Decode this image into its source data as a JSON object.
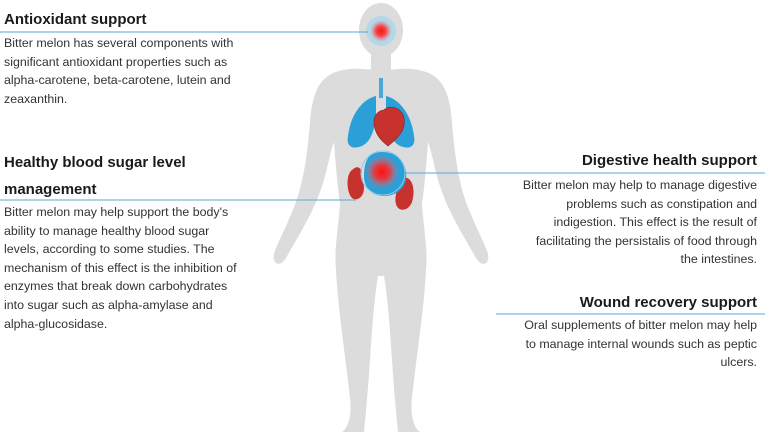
{
  "colors": {
    "silhouette": "#dcdcdc",
    "lungs": "#2a9fd8",
    "heart": "#c8322e",
    "kidneys": "#c8322e",
    "stomach": "#2a9fd8",
    "highlight": "#ff1f1f",
    "leader_line": "#5aa7d3"
  },
  "sections": {
    "antioxidant": {
      "heading": "Antioxidant support",
      "lines": [
        "Bitter melon has several components with",
        "significant antioxidant properties such as",
        "alpha-carotene, beta-carotene, lutein and",
        "zeaxanthin."
      ]
    },
    "blood_sugar": {
      "heading_lines": [
        "Healthy blood sugar level",
        "management"
      ],
      "lines": [
        "Bitter melon may help support the body's",
        "ability to manage healthy blood sugar",
        "levels, according to some studies. The",
        "mechanism of this effect is the inhibition of",
        "enzymes that break down carbohydrates",
        "into sugar such as alpha-amylase and",
        "alpha-glucosidase."
      ]
    },
    "digestive": {
      "heading": "Digestive health support",
      "lines": [
        "Bitter melon may help to manage digestive",
        "problems such as constipation and",
        "indigestion. This effect is the result of",
        "facilitating the persistalis of food through",
        "the intestines."
      ]
    },
    "wound": {
      "heading": "Wound recovery support",
      "lines": [
        "Oral supplements of bitter melon may help",
        "to manage internal wounds such as peptic",
        "ulcers."
      ]
    }
  }
}
